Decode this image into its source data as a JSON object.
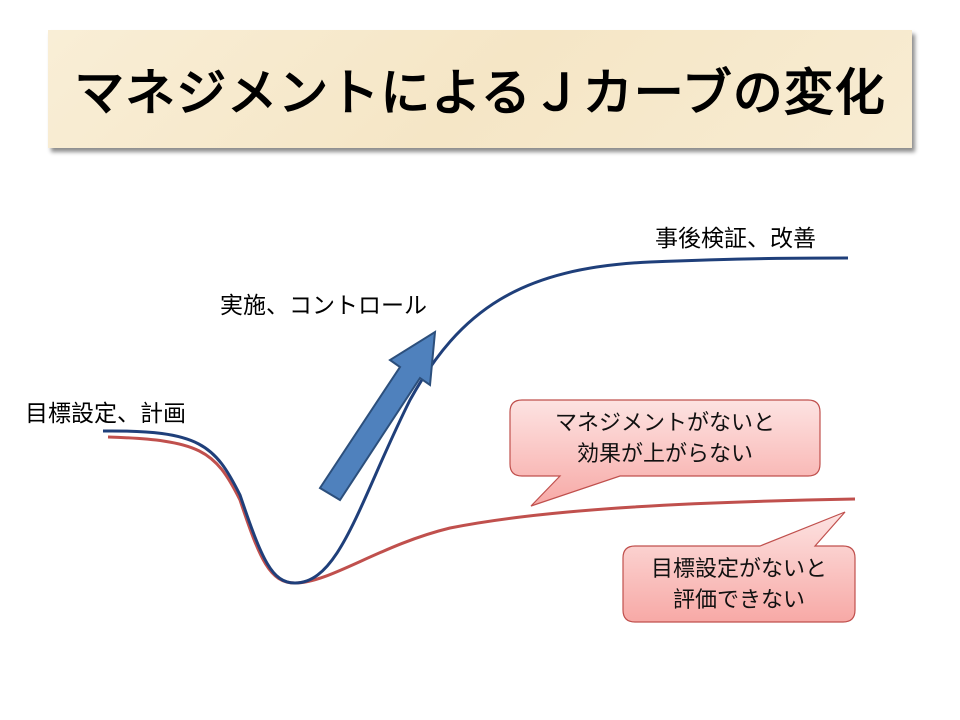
{
  "title": "マネジメントによるＪカーブの変化",
  "labels": {
    "plan": "目標設定、計画",
    "do": "実施、コントロール",
    "review": "事後検証、改善"
  },
  "callouts": [
    {
      "line1": "マネジメントがないと",
      "line2": "効果が上がらない"
    },
    {
      "line1": "目標設定がないと",
      "line2": "評価できない"
    }
  ],
  "colors": {
    "managed_curve": "#1f3f7a",
    "unmanaged_curve": "#c0504d",
    "arrow": "#4f81bd",
    "callout_fill": "#f9b8b6"
  }
}
